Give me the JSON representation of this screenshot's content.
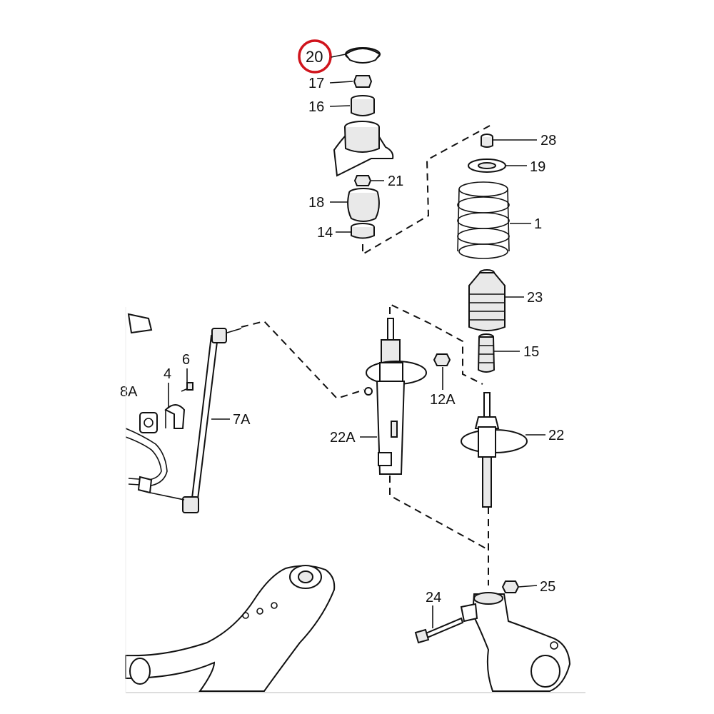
{
  "highlight_color": "#d0141c",
  "callouts": {
    "p20": "20",
    "p17": "17",
    "p16": "16",
    "p28": "28",
    "p19": "19",
    "p21": "21",
    "p18": "18",
    "p14": "14",
    "p1": "1",
    "p23": "23",
    "p15": "15",
    "p6": "6",
    "p4": "4",
    "p8a": "8A",
    "p7a": "7A",
    "p12a": "12A",
    "p22a": "22A",
    "p22": "22",
    "p25": "25",
    "p24": "24"
  },
  "highlighted_callout": "20"
}
